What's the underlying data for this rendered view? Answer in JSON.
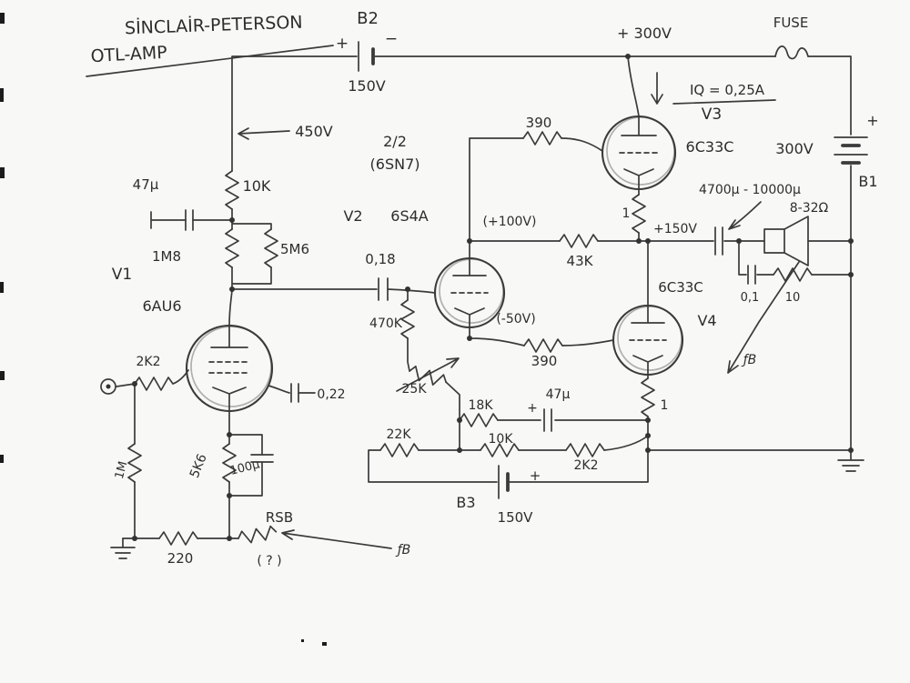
{
  "palette": {
    "paper": "#f8f8f6",
    "ink": "#3b3b3b"
  },
  "title": {
    "line1": "SİNCLAİR-PETERSON",
    "line2": "OTL-AMP"
  },
  "supply": {
    "rail300": "+ 300V",
    "node450": "450V",
    "fuse": "FUSE",
    "iq": "IQ = 0,25A"
  },
  "batteries": {
    "b2": {
      "label": "B2",
      "plus": "+",
      "minus": "−",
      "voltage": "150V"
    },
    "b1": {
      "label": "B1",
      "plus": "+",
      "voltage": "300V"
    },
    "b3": {
      "label": "B3",
      "plus": "+",
      "voltage": "150V"
    }
  },
  "tubes": {
    "v1": {
      "id": "V1",
      "type": "6AU6"
    },
    "v2": {
      "id": "V2",
      "type": "6S4A",
      "half": "2/2",
      "alt": "(6SN7)"
    },
    "v3": {
      "id": "V3",
      "type": "6C33C"
    },
    "v4": {
      "id": "V4",
      "type": "6C33C"
    }
  },
  "nodes": {
    "p100": "(+100V)",
    "m50": "(-50V)",
    "out150": "+150V"
  },
  "resistors": {
    "r10k_top": "10K",
    "r1m8": "1M8",
    "r5m6": "5M6",
    "r470k": "470K",
    "r390_v3": "390",
    "r390_v4": "390",
    "r43k": "43K",
    "r1_v3": "1",
    "r1_v4": "1",
    "r2k2_in": "2K2",
    "r5k6": "5K6",
    "r1m": "1M",
    "r220": "220",
    "r25k": "25K",
    "r18k": "18K",
    "r22k": "22K",
    "r10k_bias": "10K",
    "r2k2_bias": "2K2",
    "r10_zobel": "10",
    "rsb": "RSB",
    "rsb_note": "( ? )"
  },
  "capacitors": {
    "c47u_top": "47μ",
    "c018": "0,18",
    "c022": "0,22",
    "c100u": "100μ",
    "c47u_mid": "47μ",
    "c47u_mid_plus": "+",
    "c_out": "4700μ - 10000μ",
    "c_zobel": "0,1"
  },
  "speaker": {
    "impedance": "8-32Ω"
  },
  "feedback": {
    "left": "ƒB",
    "right": "ƒB"
  }
}
